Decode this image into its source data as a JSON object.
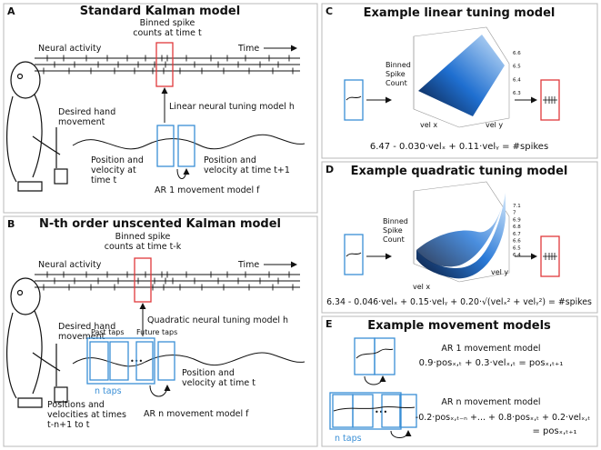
{
  "panels": {
    "A": {
      "letter": "A",
      "title": "Standard Kalman model",
      "binned": [
        "Binned spike",
        "counts at time t"
      ],
      "neural": "Neural activity",
      "time": "Time",
      "desired": [
        "Desired hand",
        "movement"
      ],
      "tuning": "Linear neural tuning model h",
      "pos_t": [
        "Position and",
        "velocity at",
        "time t"
      ],
      "pos_t1": [
        "Position and",
        "velocity at time t+1"
      ],
      "ar": "AR 1 movement model f"
    },
    "B": {
      "letter": "B",
      "title": "N-th order unscented Kalman model",
      "binned": [
        "Binned spike",
        "counts at time t-k"
      ],
      "neural": "Neural activity",
      "time": "Time",
      "desired": [
        "Desired hand",
        "movement"
      ],
      "tuning": "Quadratic neural tuning model h",
      "past": "Past taps",
      "future": "Future taps",
      "pos_t": [
        "Position and",
        "velocity at time t"
      ],
      "ntaps": "n taps",
      "positions": [
        "Positions and",
        "velocities at times",
        "t-n+1 to t"
      ],
      "ar": "AR n movement model f"
    },
    "C": {
      "letter": "C",
      "title": "Example linear tuning model",
      "zlabel": [
        "Binned",
        "Spike",
        "Count"
      ],
      "velx": "vel x",
      "vely": "vel y",
      "zticks": [
        "6.6",
        "6.5",
        "6.4",
        "6.3"
      ],
      "equation": "6.47 - 0.030·velₓ + 0.11·velᵧ = #spikes"
    },
    "D": {
      "letter": "D",
      "title": "Example quadratic tuning model",
      "zlabel": [
        "Binned",
        "Spike",
        "Count"
      ],
      "velx": "vel x",
      "vely": "vel y",
      "zticks": [
        "7.1",
        "7",
        "6.9",
        "6.8",
        "6.7",
        "6.6",
        "6.5",
        "6.4"
      ],
      "equation": "6.34 - 0.046·velₓ + 0.15·velᵧ + 0.20·√(velₓ² + velᵧ²) = #spikes"
    },
    "E": {
      "letter": "E",
      "title": "Example movement models",
      "ar1_title": "AR 1 movement model",
      "ar1_eq": "0.9·posₓ,ₜ + 0.3·velₓ,ₜ = posₓ,ₜ₊₁",
      "arn_title": "AR n movement model",
      "arn_eq": "-0.2·posₓ,ₜ₋ₙ +... + 0.8·posₓ,ₜ + 0.2·velₓ,ₜ",
      "arn_eq2": "= posₓ,ₜ₊₁",
      "ntaps": "n taps"
    }
  }
}
